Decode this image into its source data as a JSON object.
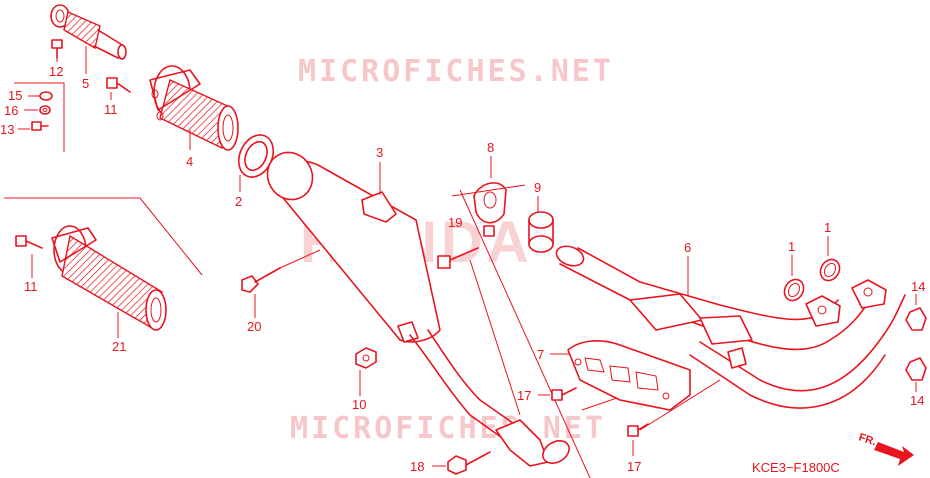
{
  "diagram": {
    "watermarks": [
      "MICROFICHES.NET",
      "HONDA",
      "MICROFICHES.NET"
    ],
    "drawing_code": "KCE3−F1800C",
    "direction_label": "FR.",
    "callouts": [
      "12",
      "5",
      "15",
      "16",
      "13",
      "11",
      "4",
      "2",
      "3",
      "8",
      "9",
      "19",
      "6",
      "1",
      "1",
      "14",
      "14",
      "11",
      "21",
      "20",
      "10",
      "7",
      "17",
      "18",
      "17"
    ],
    "colors": {
      "line": "#e8141e",
      "watermark": "#f7c6c9"
    }
  }
}
